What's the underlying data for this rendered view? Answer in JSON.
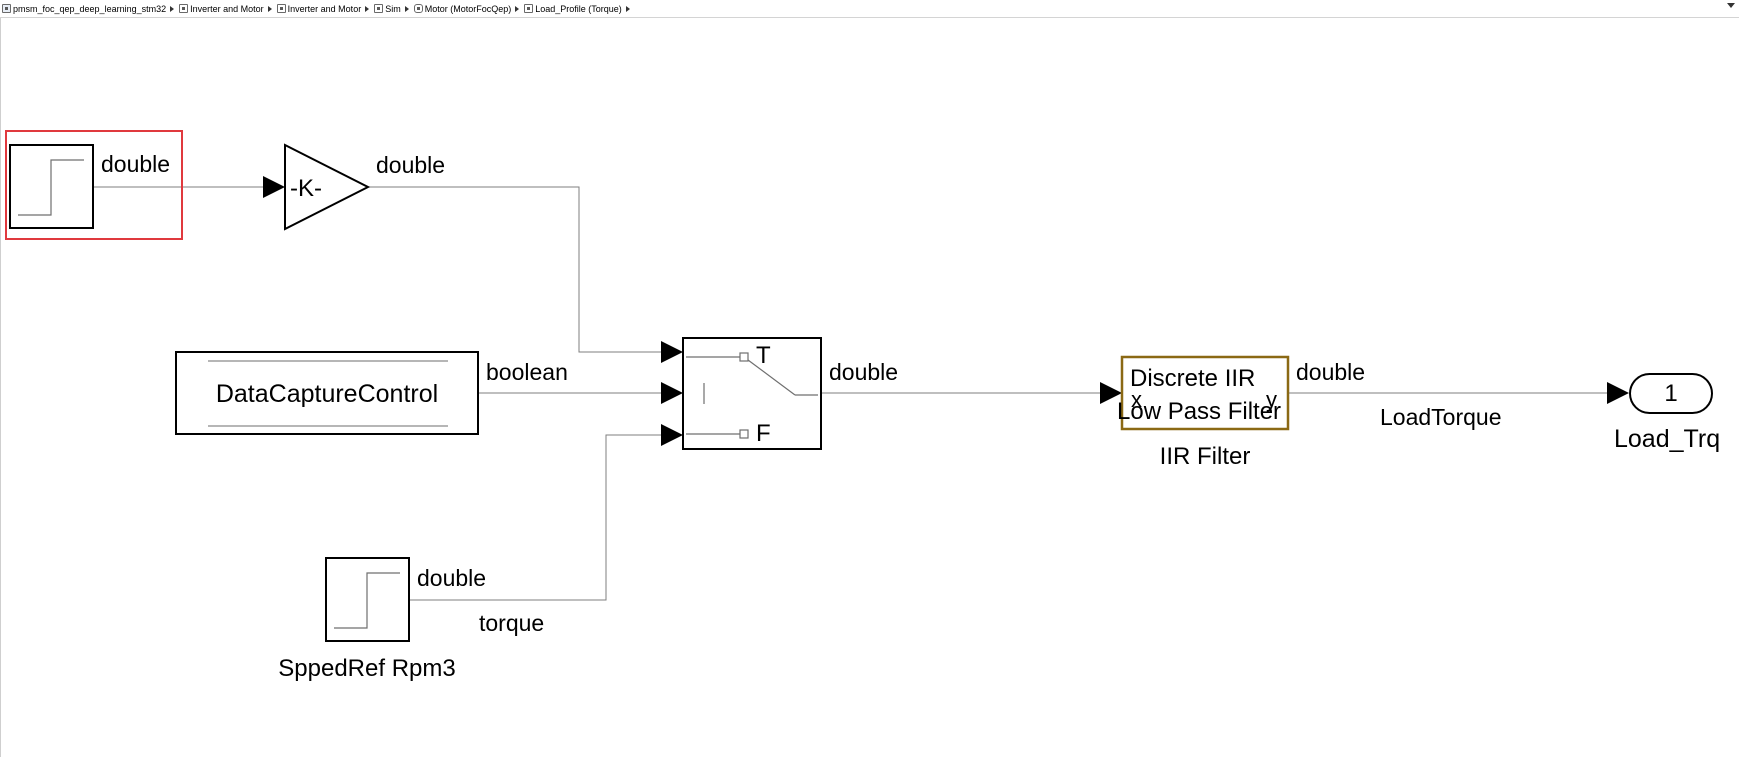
{
  "breadcrumb": {
    "items": [
      {
        "label": "pmsm_foc_qep_deep_learning_stm32",
        "icon": "model-icon"
      },
      {
        "label": "Inverter and Motor",
        "icon": "subsystem-icon"
      },
      {
        "label": "Inverter and Motor",
        "icon": "subsystem-icon"
      },
      {
        "label": "Sim",
        "icon": "subsystem-icon"
      },
      {
        "label": "Motor (MotorFocQep)",
        "icon": "model-reference-icon"
      },
      {
        "label": "Load_Profile (Torque)",
        "icon": "subsystem-icon"
      }
    ]
  },
  "diagram": {
    "step1": {
      "signal_type": "double"
    },
    "gain": {
      "label": "-K-",
      "signal_type": "double"
    },
    "datacapture": {
      "label": "DataCaptureControl",
      "signal_type": "boolean"
    },
    "switch": {
      "true_label": "T",
      "false_label": "F",
      "signal_type": "double"
    },
    "step2": {
      "name": "SppedRef Rpm3",
      "signal_type": "double",
      "signal_name": "torque"
    },
    "iir": {
      "line1": "Discrete IIR",
      "line2": "Low Pass Filter",
      "port_in": "x",
      "port_out": "y",
      "name": "IIR Filter",
      "signal_type": "double",
      "signal_name": "LoadTorque"
    },
    "outport": {
      "number": "1",
      "name": "Load_Trq"
    }
  },
  "colors": {
    "selection": "#e0393e",
    "iir_border": "#8b6914",
    "line": "#7f7f7f"
  }
}
